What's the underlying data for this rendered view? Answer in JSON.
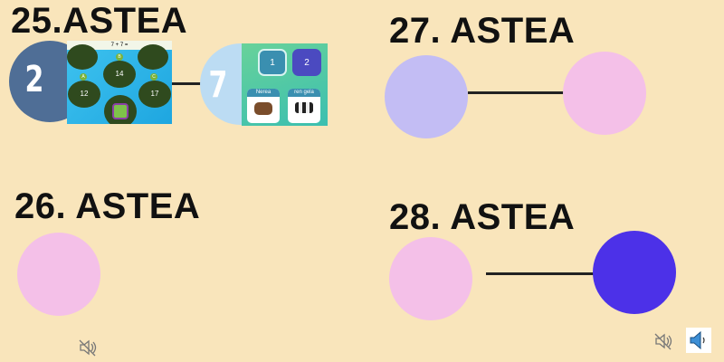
{
  "slides": [
    {
      "title": "25.ASTEA",
      "left_number": "2",
      "right_number": "7",
      "game1": {
        "equation": "7 + 7 =",
        "pads": [
          {
            "label": "A",
            "value": "12"
          },
          {
            "label": "B",
            "value": "14"
          },
          {
            "label": "C",
            "value": "17"
          }
        ]
      },
      "game2": {
        "buttons": [
          "1",
          "2"
        ],
        "cards": [
          "Nerea",
          "ren gela"
        ]
      }
    },
    {
      "title": "26. ASTEA"
    },
    {
      "title": "27. ASTEA"
    },
    {
      "title": "28. ASTEA"
    }
  ],
  "colors": {
    "bg": "#f9e5bb",
    "dark_blue": "#4f6e96",
    "light_blue": "#bcdcf3",
    "lavender": "#c3bdf4",
    "pink": "#f4c0e8",
    "blue": "#4c31e8"
  },
  "icons": [
    "mute-icon",
    "mute-icon",
    "speaker-icon"
  ]
}
